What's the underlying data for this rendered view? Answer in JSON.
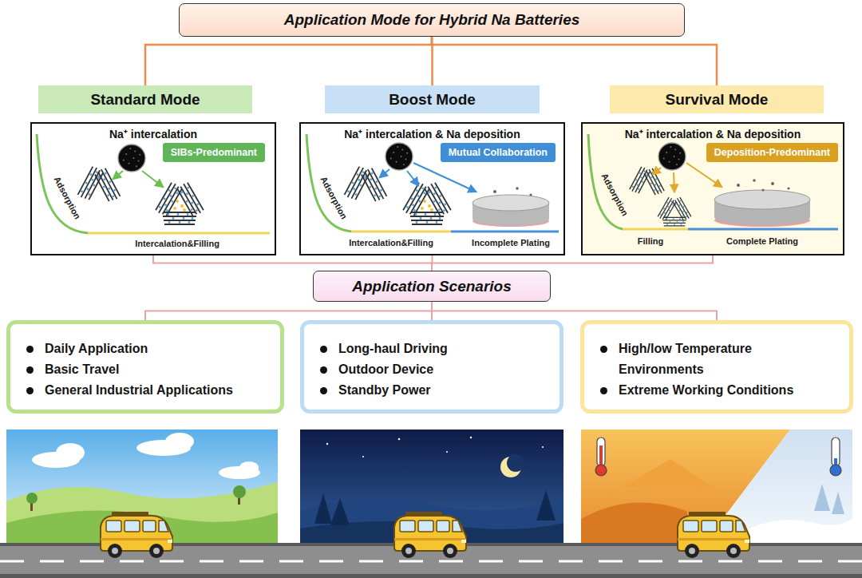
{
  "diagram": {
    "nodes": [
      {
        "text": [
          "Application Mode for Hybrid Na Batteries"
        ]
      },
      {
        "text": [
          "Standard Mode"
        ]
      },
      {
        "text": [
          "Boost Mode"
        ]
      },
      {
        "text": [
          "Survival Mode"
        ]
      },
      {
        "text": [
          "Na⁺ intercalation"
        ]
      },
      {
        "text": [
          "SIBs-Predominant"
        ],
        "in": 4
      },
      {
        "text": [
          "Na⁺ intercalation & Na deposition"
        ]
      },
      {
        "text": [
          "Mutual Collaboration"
        ],
        "in": 6
      },
      {
        "text": [
          "Na⁺ intercalation & Na deposition"
        ]
      },
      {
        "text": [
          "Deposition-Predominant"
        ],
        "in": 8
      },
      {
        "text": [
          "Application Scenarios"
        ]
      },
      {
        "text": [
          "Daily Application",
          "Basic Travel",
          "General Industrial Applications"
        ]
      },
      {
        "text": [
          "Long-haul Driving",
          "Outdoor Device",
          "Standby Power"
        ]
      },
      {
        "text": [
          "High/low Temperature Environments",
          "Extreme Working Conditions"
        ]
      }
    ],
    "edges": [
      {
        "from": 0,
        "to": 1,
        "arrow": "none"
      },
      {
        "from": 0,
        "to": 2,
        "arrow": "none"
      },
      {
        "from": 0,
        "to": 3,
        "arrow": "none"
      },
      {
        "from": 4,
        "to": 10,
        "arrow": "none"
      },
      {
        "from": 6,
        "to": 10,
        "arrow": "none"
      },
      {
        "from": 8,
        "to": 10,
        "arrow": "none"
      },
      {
        "from": 10,
        "to": 11,
        "arrow": "none"
      },
      {
        "from": 10,
        "to": 12,
        "arrow": "none"
      },
      {
        "from": 10,
        "to": 13,
        "arrow": "none"
      }
    ],
    "labels": [
      "Adsorption",
      "Intercalation&Filling",
      "Adsorption",
      "Intercalation&Filling",
      "Incomplete Plating",
      "Adsorption",
      "Filling",
      "Complete Plating"
    ]
  }
}
